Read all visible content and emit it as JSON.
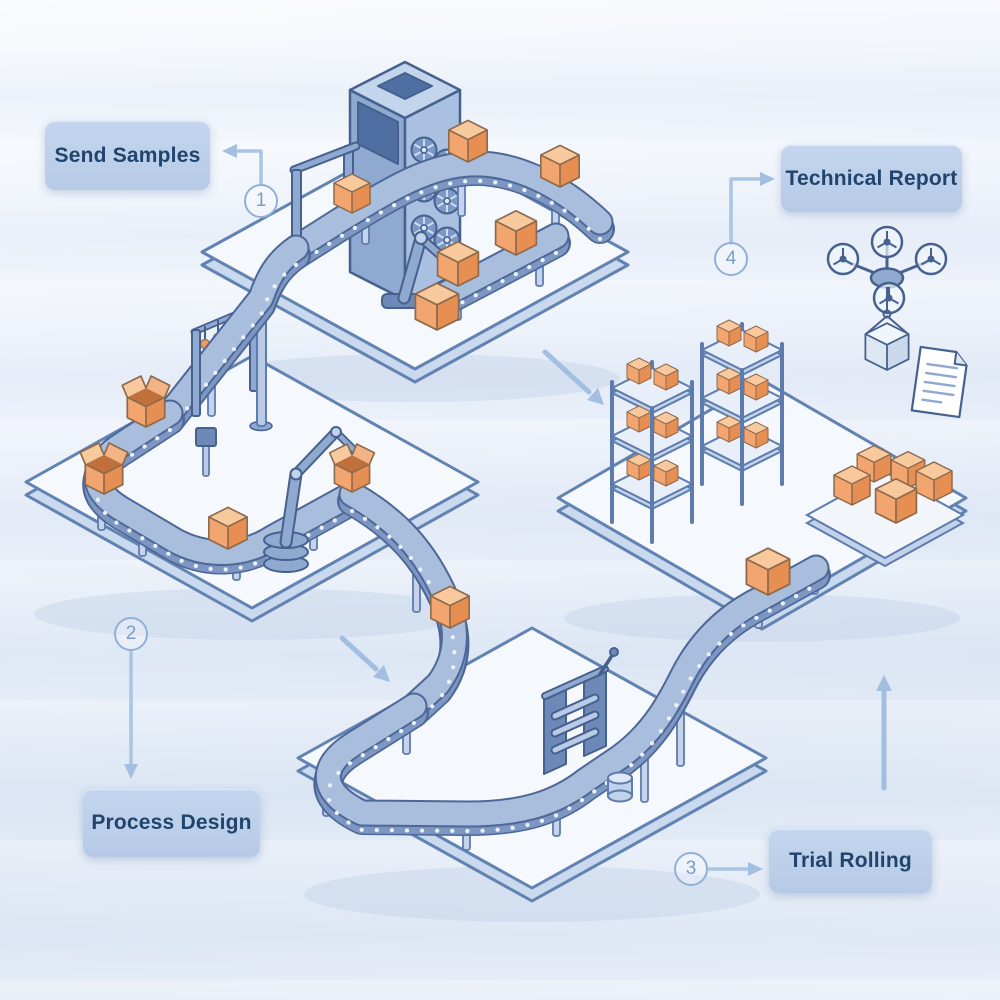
{
  "diagram": {
    "type": "isometric-process-flow",
    "steps": [
      {
        "number": "1",
        "label": "Send Samples"
      },
      {
        "number": "2",
        "label": "Process Design"
      },
      {
        "number": "3",
        "label": "Trial Rolling"
      },
      {
        "number": "4",
        "label": "Technical Report"
      }
    ]
  },
  "colors": {
    "label_background": "#bdd1ec",
    "label_text": "#21446d",
    "step_number_blue": "#7b9cc8",
    "arrow_blue": "#a2bfe2",
    "machine_blue": "#8fa9d0",
    "belt_top": "#a9bedd",
    "belt_side": "#7e97c2",
    "outline_blue": "#46618e",
    "box_orange_top": "#f9c99e",
    "box_orange_front": "#f2a56e",
    "box_orange_side": "#e78e52",
    "platform_top": "#f5f9fd",
    "platform_edge": "#c9d9ee",
    "background_top": "#f6f9fd",
    "background_bottom": "#dfe8f5"
  }
}
